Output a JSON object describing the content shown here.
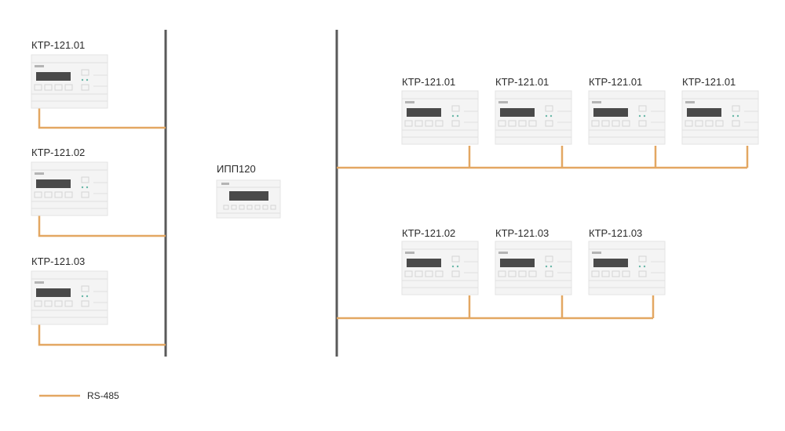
{
  "devices": {
    "left_1": "КТР-121.01",
    "left_2": "КТР-121.02",
    "left_3": "КТР-121.03",
    "center": "ИПП120",
    "right_top_1": "КТР-121.01",
    "right_top_2": "КТР-121.01",
    "right_top_3": "КТР-121.01",
    "right_top_4": "КТР-121.01",
    "right_bottom_1": "КТР-121.02",
    "right_bottom_2": "КТР-121.03",
    "right_bottom_3": "КТР-121.03"
  },
  "legend": {
    "label": "RS-485",
    "color": "#e3a762"
  },
  "colors": {
    "bus": "#5a5a5a",
    "wire": "#e3a762",
    "device_body": "#f4f4f4",
    "screen": "#4a4a4a",
    "led": "#6ab7a8"
  }
}
